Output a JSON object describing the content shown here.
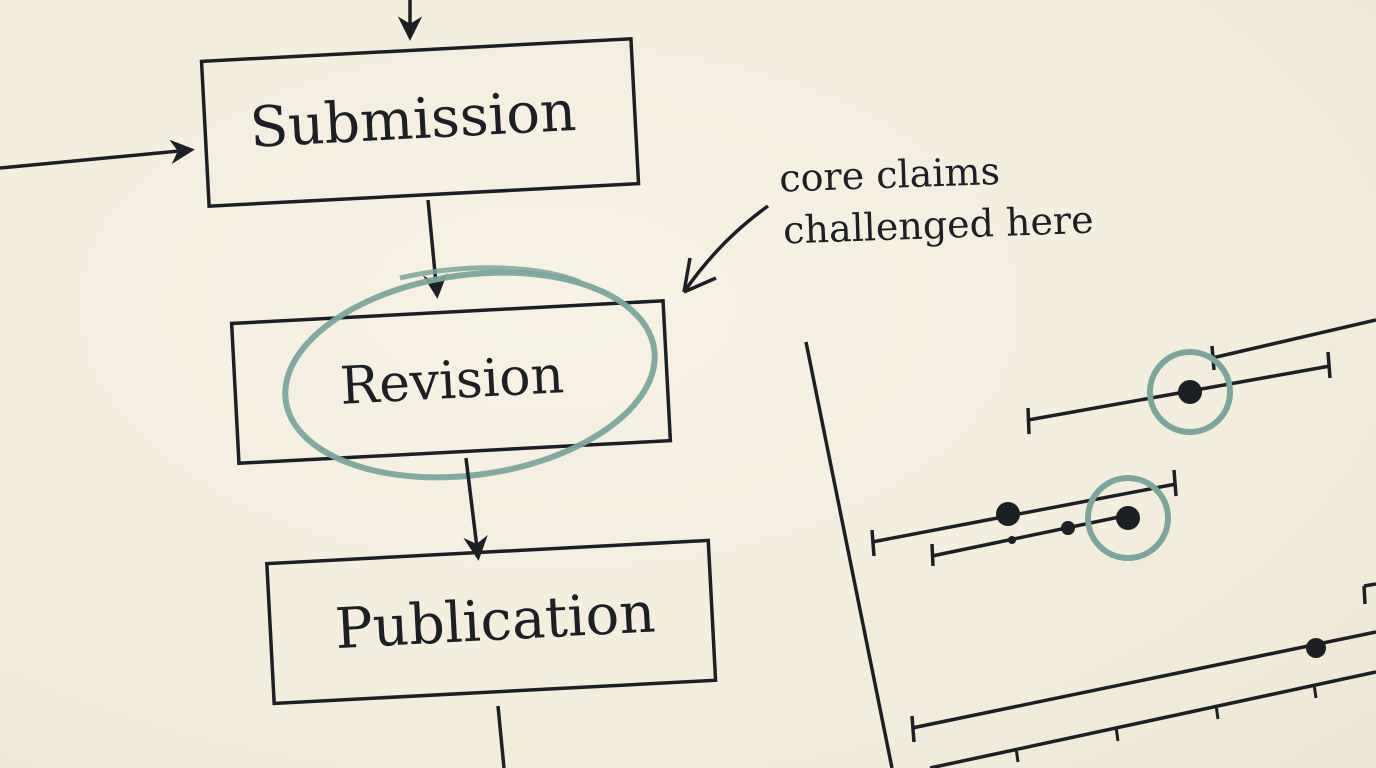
{
  "flow": {
    "nodes": [
      {
        "id": "submission",
        "label": "Submission"
      },
      {
        "id": "revision",
        "label": "Revision"
      },
      {
        "id": "publication",
        "label": "Publication"
      }
    ]
  },
  "annotation": {
    "line1": "core claims",
    "line2": "challenged here"
  },
  "colors": {
    "ink": "#1c1f24",
    "highlight": "#7aa69c",
    "paper": "#f4efe0"
  }
}
